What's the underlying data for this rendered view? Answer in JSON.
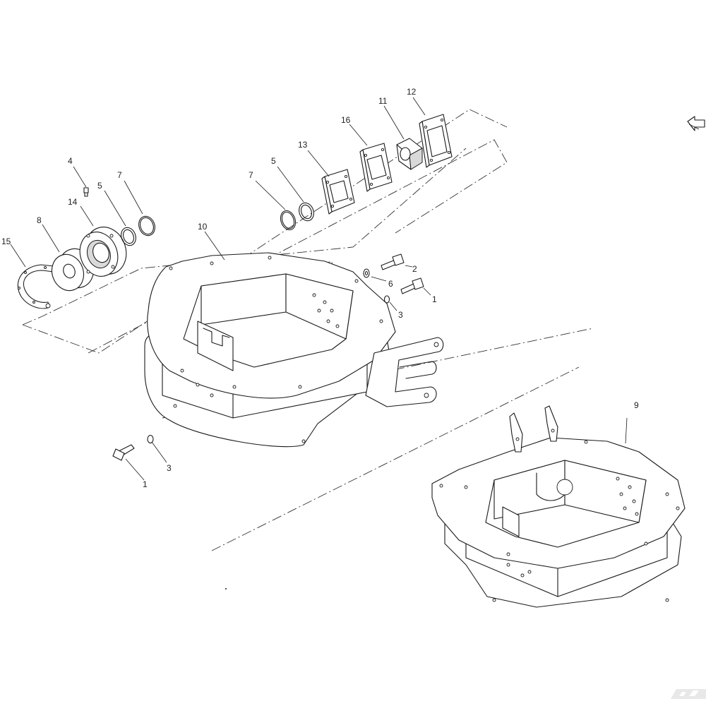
{
  "callouts": [
    {
      "id": "c1a",
      "text": "1"
    },
    {
      "id": "c1b",
      "text": "1"
    },
    {
      "id": "c2",
      "text": "2"
    },
    {
      "id": "c3a",
      "text": "3"
    },
    {
      "id": "c3b",
      "text": "3"
    },
    {
      "id": "c4",
      "text": "4"
    },
    {
      "id": "c5a",
      "text": "5"
    },
    {
      "id": "c5b",
      "text": "5"
    },
    {
      "id": "c6",
      "text": "6"
    },
    {
      "id": "c7a",
      "text": "7"
    },
    {
      "id": "c7b",
      "text": "7"
    },
    {
      "id": "c8",
      "text": "8"
    },
    {
      "id": "c9",
      "text": "9"
    },
    {
      "id": "c10",
      "text": "10"
    },
    {
      "id": "c11",
      "text": "11"
    },
    {
      "id": "c12",
      "text": "12"
    },
    {
      "id": "c13",
      "text": "13"
    },
    {
      "id": "c14",
      "text": "14"
    },
    {
      "id": "c15",
      "text": "15"
    },
    {
      "id": "c16",
      "text": "16"
    }
  ],
  "icons": {
    "view_direction": "view-direction-arrow-icon",
    "logo": "kramp-logo-icon"
  },
  "colors": {
    "line": "#1a1a1a",
    "background": "#ffffff",
    "logo": "#e8e8e8"
  }
}
